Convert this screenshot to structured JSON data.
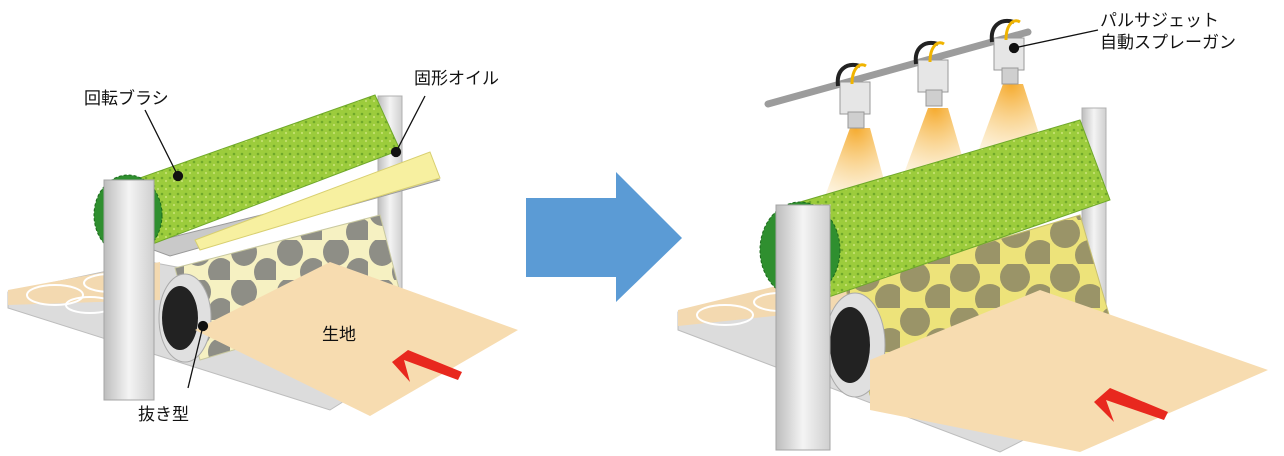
{
  "labels": {
    "rotary_brush": "回転ブラシ",
    "solid_oil": "固形オイル",
    "die": "抜き型",
    "fabric": "生地",
    "spray_gun_line1": "パルサジェット",
    "spray_gun_line2": "自動スプレーガン"
  },
  "colors": {
    "brush_green": "#8cc63f",
    "brush_dark": "#2f8f2f",
    "oil_yellow": "#f7f0a0",
    "fabric": "#f7dcb0",
    "arrow_blue": "#5b9bd5",
    "feed_arrow_red": "#e8281e",
    "spray_cone": "#f5b040",
    "frame": "#e6e6e6"
  },
  "icons": {
    "transition_arrow": "right-arrow",
    "feed_arrow": "left-up-arrow"
  }
}
